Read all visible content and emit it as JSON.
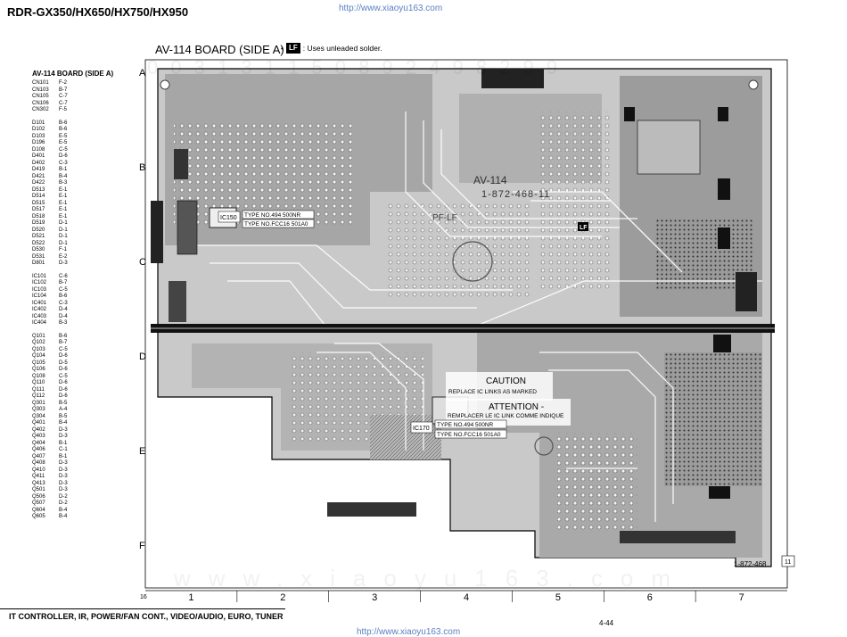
{
  "header": {
    "model": "RDR-GX350/HX650/HX750/HX950",
    "url": "http://www.xiaoyu163.com"
  },
  "board": {
    "title": "AV-114 BOARD (SIDE A)",
    "solder_logo": "LF",
    "solder_note": ": Uses unleaded solder.",
    "silkscreen_name": "AV-114",
    "silkscreen_part": "1-872-468-11",
    "corner_part": "1-872-468",
    "corner_box": "11",
    "ic150_label": "IC150",
    "ic150_type1": "TYPE NO.494 500NR",
    "ic150_type2": "TYPE NO.FCC16 501A0",
    "ic170_label": "IC170",
    "ic170_type1": "TYPE NO.494 500NR",
    "ic170_type2": "TYPE NO.FCC16 501A0",
    "caution": "CAUTION",
    "caution_text": "REPLACE IC LINKS AS MARKED",
    "attention": "ATTENTION -",
    "attention_text": "REMPLACER LE IC LINK COMME INDIQUE",
    "pf_label": "PF-LF",
    "rows": [
      "A",
      "B",
      "C",
      "D",
      "E",
      "F"
    ],
    "columns": [
      "1",
      "2",
      "3",
      "4",
      "5",
      "6",
      "7"
    ],
    "corner_number": "16",
    "watermark": "www.xiaoyu163.com",
    "watermark_top": "0 0 3 1 3 1 1 5 0 8 9 2 4 9 8 2 9 9"
  },
  "legend": {
    "title": "AV-114 BOARD (SIDE A)",
    "groups": [
      [
        [
          "CN101",
          "F-2"
        ],
        [
          "CN103",
          "B-7"
        ],
        [
          "CN105",
          "C-7"
        ],
        [
          "CN106",
          "C-7"
        ],
        [
          "CN302",
          "F-5"
        ]
      ],
      [
        [
          "D101",
          "B-6"
        ],
        [
          "D102",
          "B-6"
        ],
        [
          "D103",
          "E-5"
        ],
        [
          "D196",
          "E-5"
        ],
        [
          "D108",
          "C-5"
        ],
        [
          "D401",
          "D-6"
        ],
        [
          "D402",
          "C-3"
        ],
        [
          "D419",
          "B-1"
        ],
        [
          "D421",
          "B-4"
        ],
        [
          "D422",
          "B-3"
        ],
        [
          "D513",
          "E-1"
        ],
        [
          "D514",
          "E-1"
        ],
        [
          "D515",
          "E-1"
        ],
        [
          "D517",
          "E-1"
        ],
        [
          "D518",
          "E-1"
        ],
        [
          "D519",
          "D-1"
        ],
        [
          "D520",
          "D-1"
        ],
        [
          "D521",
          "D-1"
        ],
        [
          "D522",
          "D-1"
        ],
        [
          "D530",
          "F-1"
        ],
        [
          "D531",
          "E-2"
        ],
        [
          "D801",
          "D-3"
        ]
      ],
      [
        [
          "IC101",
          "C-6"
        ],
        [
          "IC102",
          "B-7"
        ],
        [
          "IC103",
          "C-5"
        ],
        [
          "IC104",
          "B-6"
        ],
        [
          "IC401",
          "C-3"
        ],
        [
          "IC402",
          "D-4"
        ],
        [
          "IC403",
          "D-4"
        ],
        [
          "IC404",
          "B-3"
        ]
      ],
      [
        [
          "Q101",
          "B-6"
        ],
        [
          "Q102",
          "B-7"
        ],
        [
          "Q103",
          "C-5"
        ],
        [
          "Q104",
          "D-6"
        ],
        [
          "Q105",
          "D-5"
        ],
        [
          "Q106",
          "D-6"
        ],
        [
          "Q108",
          "C-5"
        ],
        [
          "Q110",
          "D-6"
        ],
        [
          "Q111",
          "D-6"
        ],
        [
          "Q112",
          "D-6"
        ],
        [
          "Q301",
          "B-5"
        ],
        [
          "Q303",
          "A-4"
        ],
        [
          "Q304",
          "B-5"
        ],
        [
          "Q401",
          "B-4"
        ],
        [
          "Q402",
          "D-3"
        ],
        [
          "Q403",
          "D-3"
        ],
        [
          "Q404",
          "B-1"
        ],
        [
          "Q406",
          "C-1"
        ],
        [
          "Q407",
          "B-1"
        ],
        [
          "Q408",
          "D-3"
        ],
        [
          "Q410",
          "D-3"
        ],
        [
          "Q411",
          "D-3"
        ],
        [
          "Q413",
          "D-3"
        ],
        [
          "Q501",
          "D-3"
        ],
        [
          "Q506",
          "D-2"
        ],
        [
          "Q507",
          "D-2"
        ],
        [
          "Q604",
          "B-4"
        ],
        [
          "Q605",
          "B-4"
        ]
      ]
    ]
  },
  "footer": {
    "title": "IT CONTROLLER, IR, POWER/FAN CONT., VIDEO/AUDIO, EURO, TUNER",
    "page": "4-44",
    "url": "http://www.xiaoyu163.com"
  }
}
